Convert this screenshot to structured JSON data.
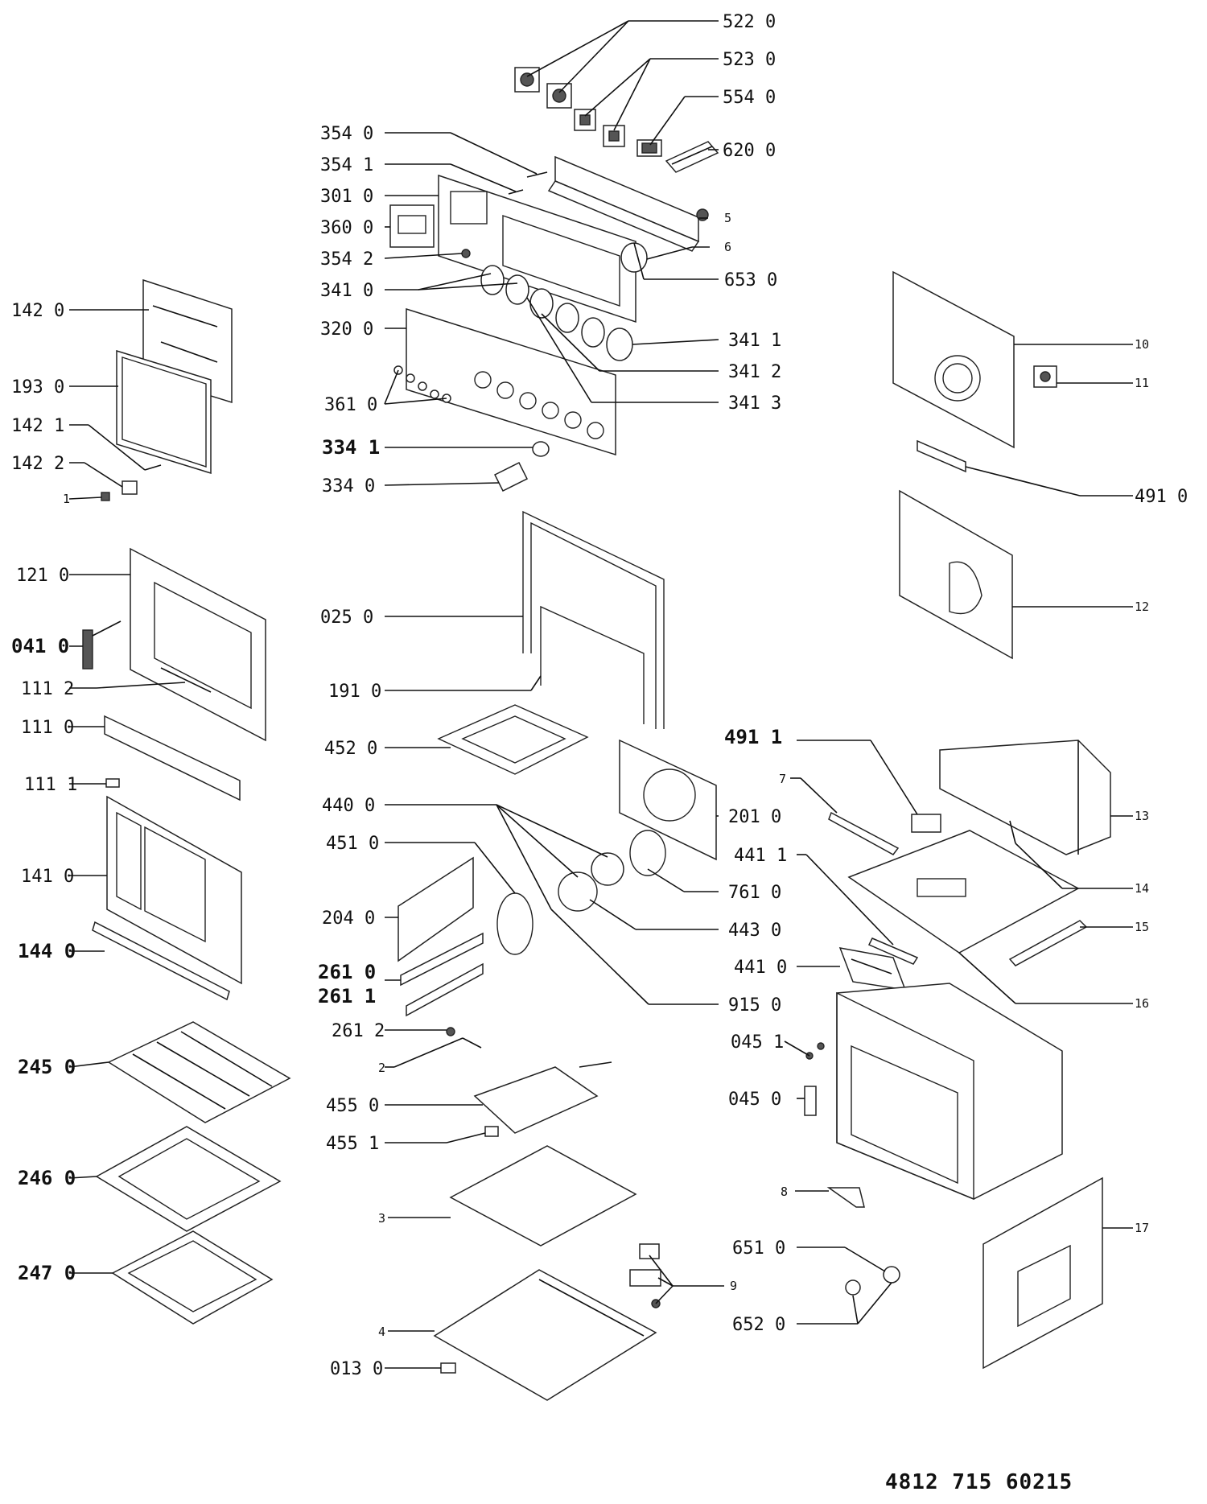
{
  "document_number": "4812 715 60215",
  "parts": [
    {
      "id": "p-522-0",
      "label": "522 0"
    },
    {
      "id": "p-523-0",
      "label": "523 0"
    },
    {
      "id": "p-554-0",
      "label": "554 0"
    },
    {
      "id": "p-620-0",
      "label": "620 0"
    },
    {
      "id": "p-354-0",
      "label": "354 0"
    },
    {
      "id": "p-354-1",
      "label": "354 1"
    },
    {
      "id": "p-301-0",
      "label": "301 0"
    },
    {
      "id": "p-360-0",
      "label": "360 0"
    },
    {
      "id": "p-354-2",
      "label": "354 2"
    },
    {
      "id": "p-341-0",
      "label": "341 0"
    },
    {
      "id": "p-320-0",
      "label": "320 0"
    },
    {
      "id": "p-361-0",
      "label": "361 0"
    },
    {
      "id": "p-334-1",
      "label": "334 1"
    },
    {
      "id": "p-334-0",
      "label": "334 0"
    },
    {
      "id": "p-5",
      "label": "5"
    },
    {
      "id": "p-6",
      "label": "6"
    },
    {
      "id": "p-653-0",
      "label": "653 0"
    },
    {
      "id": "p-341-1",
      "label": "341 1"
    },
    {
      "id": "p-341-2",
      "label": "341 2"
    },
    {
      "id": "p-341-3",
      "label": "341 3"
    },
    {
      "id": "p-142-0",
      "label": "142 0"
    },
    {
      "id": "p-193-0",
      "label": "193 0"
    },
    {
      "id": "p-142-1",
      "label": "142 1"
    },
    {
      "id": "p-142-2",
      "label": "142 2"
    },
    {
      "id": "p-1",
      "label": "1"
    },
    {
      "id": "p-10",
      "label": "10"
    },
    {
      "id": "p-11",
      "label": "11"
    },
    {
      "id": "p-491-0",
      "label": "491 0"
    },
    {
      "id": "p-12",
      "label": "12"
    },
    {
      "id": "p-121-0",
      "label": "121 0"
    },
    {
      "id": "p-041-0",
      "label": "041 0"
    },
    {
      "id": "p-111-2",
      "label": "111 2"
    },
    {
      "id": "p-111-0",
      "label": "111 0"
    },
    {
      "id": "p-111-1",
      "label": "111 1"
    },
    {
      "id": "p-141-0",
      "label": "141 0"
    },
    {
      "id": "p-144-0",
      "label": "144 0"
    },
    {
      "id": "p-025-0",
      "label": "025 0"
    },
    {
      "id": "p-191-0",
      "label": "191 0"
    },
    {
      "id": "p-452-0",
      "label": "452 0"
    },
    {
      "id": "p-440-0",
      "label": "440 0"
    },
    {
      "id": "p-451-0",
      "label": "451 0"
    },
    {
      "id": "p-204-0",
      "label": "204 0"
    },
    {
      "id": "p-261-0",
      "label": "261 0"
    },
    {
      "id": "p-261-1",
      "label": "261 1"
    },
    {
      "id": "p-261-2",
      "label": "261 2"
    },
    {
      "id": "p-2",
      "label": "2"
    },
    {
      "id": "p-455-0",
      "label": "455 0"
    },
    {
      "id": "p-455-1",
      "label": "455 1"
    },
    {
      "id": "p-3",
      "label": "3"
    },
    {
      "id": "p-4",
      "label": "4"
    },
    {
      "id": "p-013-0",
      "label": "013 0"
    },
    {
      "id": "p-201-0",
      "label": "201 0"
    },
    {
      "id": "p-761-0",
      "label": "761 0"
    },
    {
      "id": "p-443-0",
      "label": "443 0"
    },
    {
      "id": "p-915-0",
      "label": "915 0"
    },
    {
      "id": "p-491-1",
      "label": "491 1"
    },
    {
      "id": "p-7",
      "label": "7"
    },
    {
      "id": "p-441-1",
      "label": "441 1"
    },
    {
      "id": "p-441-0",
      "label": "441 0"
    },
    {
      "id": "p-13",
      "label": "13"
    },
    {
      "id": "p-14",
      "label": "14"
    },
    {
      "id": "p-15",
      "label": "15"
    },
    {
      "id": "p-16",
      "label": "16"
    },
    {
      "id": "p-045-1",
      "label": "045 1"
    },
    {
      "id": "p-045-0",
      "label": "045 0"
    },
    {
      "id": "p-8",
      "label": "8"
    },
    {
      "id": "p-17",
      "label": "17"
    },
    {
      "id": "p-651-0",
      "label": "651 0"
    },
    {
      "id": "p-652-0",
      "label": "652 0"
    },
    {
      "id": "p-9",
      "label": "9"
    },
    {
      "id": "p-245-0",
      "label": "245 0"
    },
    {
      "id": "p-246-0",
      "label": "246 0"
    },
    {
      "id": "p-247-0",
      "label": "247 0"
    }
  ]
}
